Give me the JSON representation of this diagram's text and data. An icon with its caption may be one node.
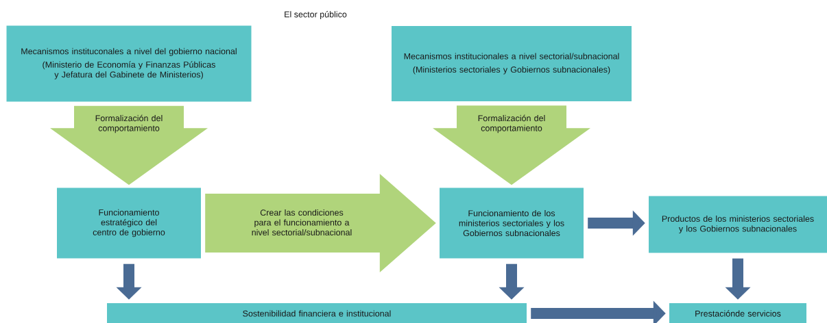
{
  "diagram": {
    "title": "El sector público",
    "nodes": [
      {
        "text": [
          "Mecanismos instituconales a nivel del gobierno nacional",
          "(Ministerio de Economía y Finanzas Públicas y Jefatura del Gabinete de Ministerios)"
        ]
      },
      {
        "text": [
          "Mecanismos institucionales a nivel sectorial/subnacional",
          "(Ministerios sectoriales y Gobiernos subnacionales)"
        ]
      },
      {
        "text": [
          "Funcionamiento estratégico del centro de gobierno"
        ]
      },
      {
        "text": [
          "Funcionamiento de los ministerios sectoriales y los Gobiernos subnacionales"
        ]
      },
      {
        "text": [
          "Productos de los ministerios sectoriales y los Gobiernos subnacionales"
        ]
      },
      {
        "text": [
          "Sostenibilidad financiera e institucional"
        ]
      },
      {
        "text": [
          "Prestacióndе servicios"
        ]
      }
    ],
    "edges": [
      {
        "from": 0,
        "to": 2,
        "arrow": "to",
        "label": "Formalización del comportamiento",
        "style": "thick",
        "color": "#b0d47b"
      },
      {
        "from": 1,
        "to": 3,
        "arrow": "to",
        "label": "Formalización del comportamiento",
        "style": "thick",
        "color": "#b0d47b"
      },
      {
        "from": 2,
        "to": 3,
        "arrow": "to",
        "label": "Crear las condiciones para el funcionamiento a nivel sectorial/subnacional",
        "style": "thick",
        "color": "#b0d47b"
      },
      {
        "from": 3,
        "to": 4,
        "arrow": "to"
      },
      {
        "from": 2,
        "to": 5,
        "arrow": "to"
      },
      {
        "from": 3,
        "to": 5,
        "arrow": "to"
      },
      {
        "from": 4,
        "to": 6,
        "arrow": "to"
      },
      {
        "from": 5,
        "to": 6,
        "arrow": "to"
      }
    ]
  }
}
